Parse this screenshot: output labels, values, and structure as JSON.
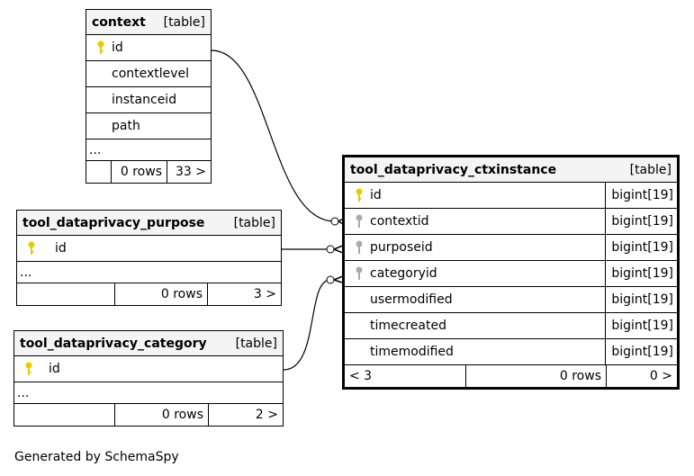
{
  "context_table": {
    "name": "context",
    "type": "[table]",
    "columns": [
      "id",
      "contextlevel",
      "instanceid",
      "path"
    ],
    "ellipsis": "...",
    "rows": "0 rows",
    "children": "33 >"
  },
  "purpose_table": {
    "name": "tool_dataprivacy_purpose",
    "type": "[table]",
    "columns": [
      "id"
    ],
    "ellipsis": "...",
    "rows": "0 rows",
    "children": "3 >"
  },
  "category_table": {
    "name": "tool_dataprivacy_category",
    "type": "[table]",
    "columns": [
      "id"
    ],
    "ellipsis": "...",
    "rows": "0 rows",
    "children": "2 >"
  },
  "ctxinstance_table": {
    "name": "tool_dataprivacy_ctxinstance",
    "type": "[table]",
    "columns": [
      {
        "name": "id",
        "type": "bigint[19]"
      },
      {
        "name": "contextid",
        "type": "bigint[19]"
      },
      {
        "name": "purposeid",
        "type": "bigint[19]"
      },
      {
        "name": "categoryid",
        "type": "bigint[19]"
      },
      {
        "name": "usermodified",
        "type": "bigint[19]"
      },
      {
        "name": "timecreated",
        "type": "bigint[19]"
      },
      {
        "name": "timemodified",
        "type": "bigint[19]"
      }
    ],
    "parents": "< 3",
    "rows": "0 rows",
    "children": "0 >"
  },
  "colors": {
    "primary_key": "#e5cc00",
    "foreign_key": "#aaaaaa",
    "header_bg": "#f4f4f4"
  },
  "footer": "Generated by SchemaSpy"
}
